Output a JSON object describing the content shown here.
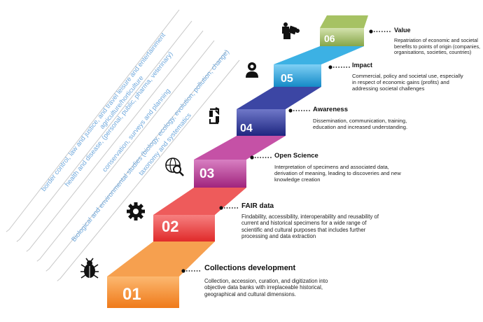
{
  "steps": [
    {
      "number": "01",
      "title": "Collections development",
      "description": "Collection, accession, curation, and digitization into objective data banks with irreplaceable historical, geographical and cultural dimensions.",
      "color": "#f28c2a",
      "icon": "scarab-beetle-icon"
    },
    {
      "number": "02",
      "title": "FAIR  data",
      "description": "Findability, accessibility, interoperability and reusability of current and historical specimens for a wide range of scientific and cultural purposes that includes further processing and data extraction",
      "color": "#e83c3c",
      "icon": "gear-icon"
    },
    {
      "number": "03",
      "title": "Open Science",
      "description": "Interpretation of specimens and associated data, derivation of meaning, leading to discoveries and new knowledge  creation",
      "color": "#b0358f",
      "icon": "web-search-icon"
    },
    {
      "number": "04",
      "title": "Awareness",
      "description": "Dissemination, communication, training, education and increased understanding.",
      "color": "#2b3593",
      "icon": "exchange-icon"
    },
    {
      "number": "05",
      "title": "Impact",
      "description": "Commercial, policy and societal use, especially in respect of economic gains (profits) and addressing societal challenges",
      "color": "#1f9ad6",
      "icon": "person-icon"
    },
    {
      "number": "06",
      "title": "Value",
      "description": "Repatriation of economic and societal benefits to points of origin (companies, organisations, societies, countries)",
      "color": "#8fae4b",
      "icon": "puzzle-icon"
    }
  ],
  "domains": [
    "border control, law and justice, and travel leisure and entertainment",
    "health and disease, (personal, public, pharma, veterinary)",
    "agriculture/horticulture",
    "conservation, surveys and planning",
    "Biological and environmental studies (biology, ecology, evolution, pollution, change)",
    "taxonomy and systematics"
  ],
  "colors": {
    "domain_text": "#6fa8dc",
    "domain_border": "#c8c8c8"
  }
}
